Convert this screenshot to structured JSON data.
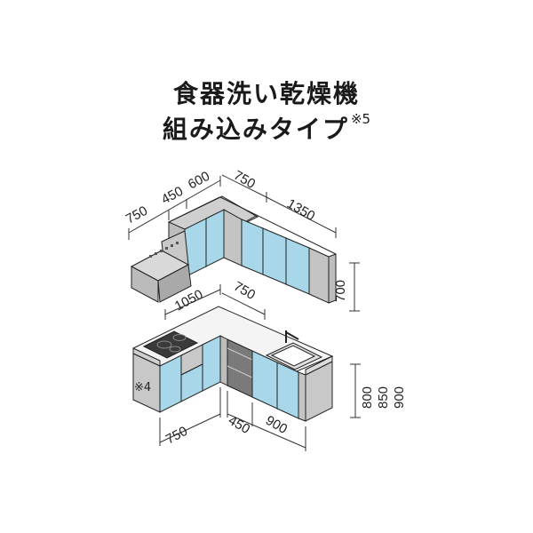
{
  "title": {
    "line1": "食器洗い乾燥機",
    "line2": "組み込みタイプ",
    "note_mark": "※5"
  },
  "upper_cabinet_dimensions": {
    "left_depth": "750",
    "left_mid": "450",
    "left_corner": "600",
    "right_corner": "750",
    "right_width": "1350",
    "height": "700"
  },
  "lower_cabinet_dimensions": {
    "top_left": "1050",
    "top_right": "750",
    "bottom_left": "750",
    "bottom_mid": "450",
    "bottom_right": "900",
    "heights": [
      "800",
      "850",
      "900"
    ]
  },
  "callouts": {
    "hood_note": "※4"
  },
  "colors": {
    "door_blue": "#a7d7e8",
    "cabinet_gray": "#c8c8c8",
    "countertop_white": "#f4f4f4",
    "outline": "#222222"
  }
}
